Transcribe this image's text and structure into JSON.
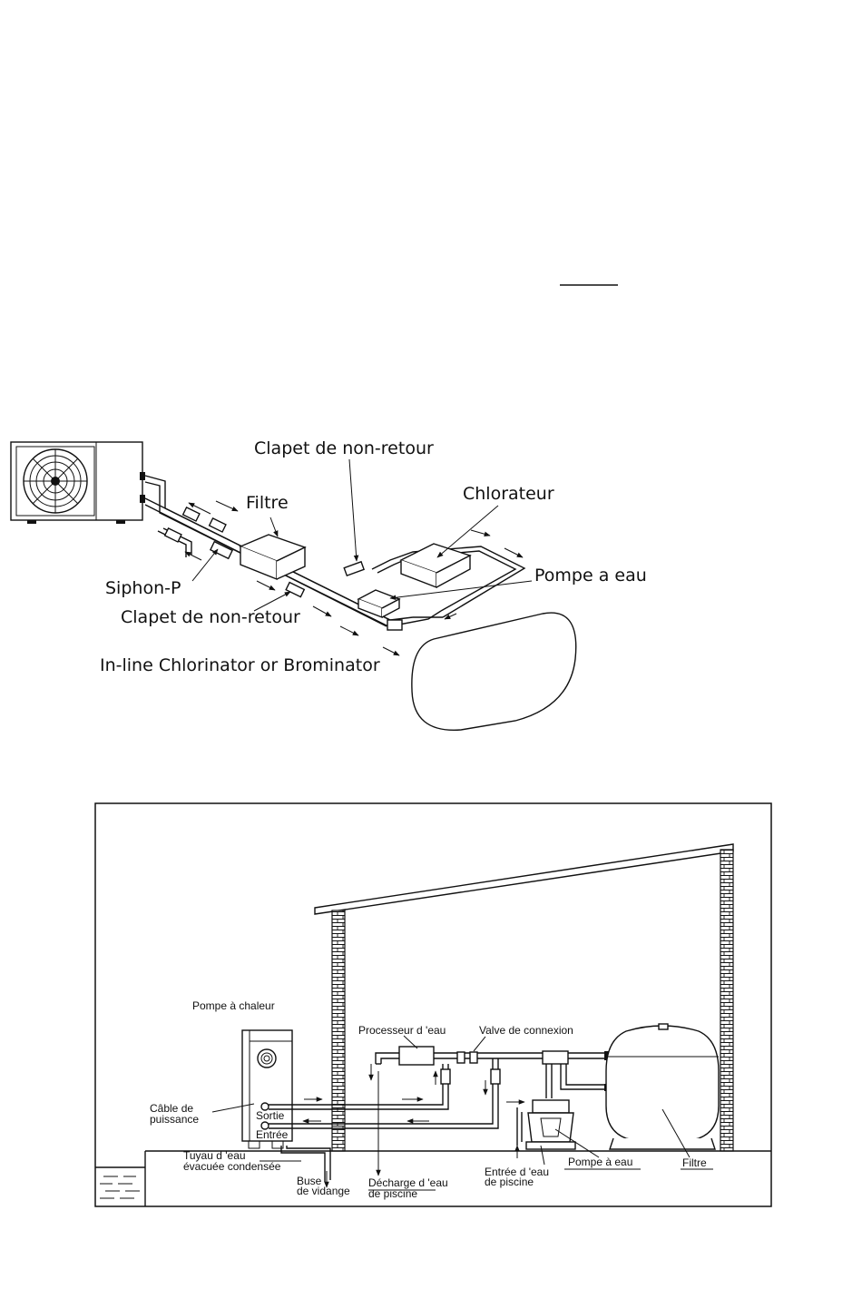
{
  "diagram1": {
    "labels": {
      "clapet_top": "Clapet de non-retour",
      "filtre": "Filtre",
      "chlorateur": "Chlorateur",
      "pompe": "Pompe a eau",
      "siphon": "Siphon-P",
      "clapet_bottom": "Clapet de non-retour",
      "inline": "In-line Chlorinator or Brominator"
    }
  },
  "diagram2": {
    "labels": {
      "pompe_chaleur": "Pompe à chaleur",
      "processeur": "Processeur d 'eau",
      "valve": "Valve de connexion",
      "cable_1": "Câble de",
      "cable_2": "puissance",
      "sortie": "Sortie",
      "entree": "Entrée",
      "tuyau_1": "Tuyau d 'eau",
      "tuyau_2": "évacuée condensée",
      "buse_1": "Buse",
      "buse_2": "de vidange",
      "decharge_1": "Décharge d 'eau",
      "decharge_2": "de piscine",
      "entree_piscine_1": "Entrée  d 'eau",
      "entree_piscine_2": "de piscine",
      "pompe_eau": "Pompe à eau",
      "filtre": "Filtre"
    }
  }
}
